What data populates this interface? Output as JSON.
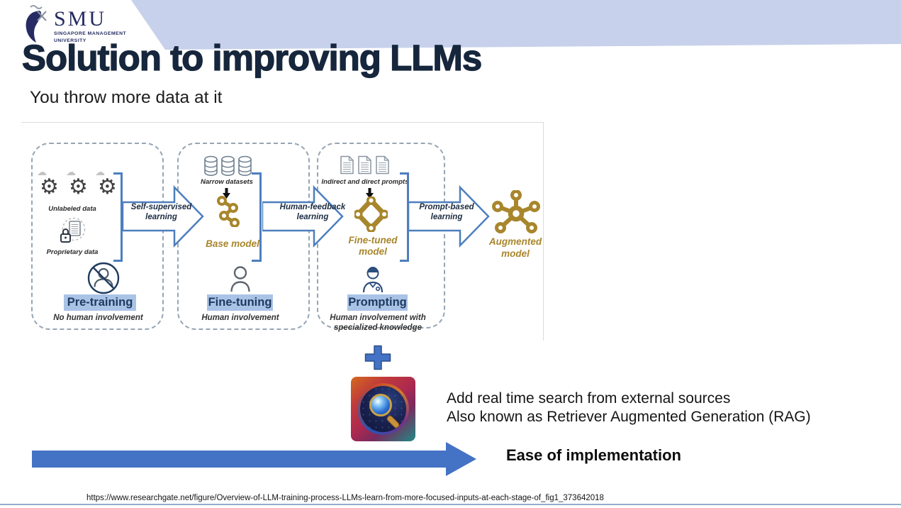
{
  "header": {
    "logo": {
      "wordmark": "SMU",
      "sub_line1": "SINGAPORE MANAGEMENT",
      "sub_line2": "UNIVERSITY"
    },
    "title": "Solution to improving LLMs",
    "subtitle": "You throw more data at it"
  },
  "icons": {
    "gear_glyph": "⚙",
    "smoke_glyph": "☁"
  },
  "colors": {
    "band": "#c7d1eb",
    "title_navy": "#16263c",
    "diagram_blue": "#4d7fbe",
    "stage_highlight": "#a9c3e6",
    "model_gold": "#a8862c",
    "solid_arrow_blue": "#4472c4"
  },
  "diagram": {
    "stages": [
      {
        "top_label": "Unlabeled data",
        "mid_label": "Proprietary data",
        "stage": "Pre-training",
        "caption": "No human involvement"
      },
      {
        "top_label": "Narrow datasets",
        "model": "Base model",
        "stage": "Fine-tuning",
        "caption": "Human involvement"
      },
      {
        "top_label": "Indirect and direct prompts",
        "model": "Fine-tuned\nmodel",
        "stage": "Prompting",
        "caption": "Human involvement with\nspecialized knowledge"
      }
    ],
    "transitions": [
      "Self-supervised\nlearning",
      "Human-feedback\nlearning",
      "Prompt-based\nlearning"
    ],
    "augmented_label": "Augmented\nmodel"
  },
  "body": {
    "rag_line1": "Add real time search from external sources",
    "rag_line2": "Also known as Retriever Augmented Generation (RAG)",
    "ease_label": "Ease of implementation"
  },
  "footer": {
    "source_url": "https://www.researchgate.net/figure/Overview-of-LLM-training-process-LLMs-learn-from-more-focused-inputs-at-each-stage-of_fig1_373642018"
  }
}
